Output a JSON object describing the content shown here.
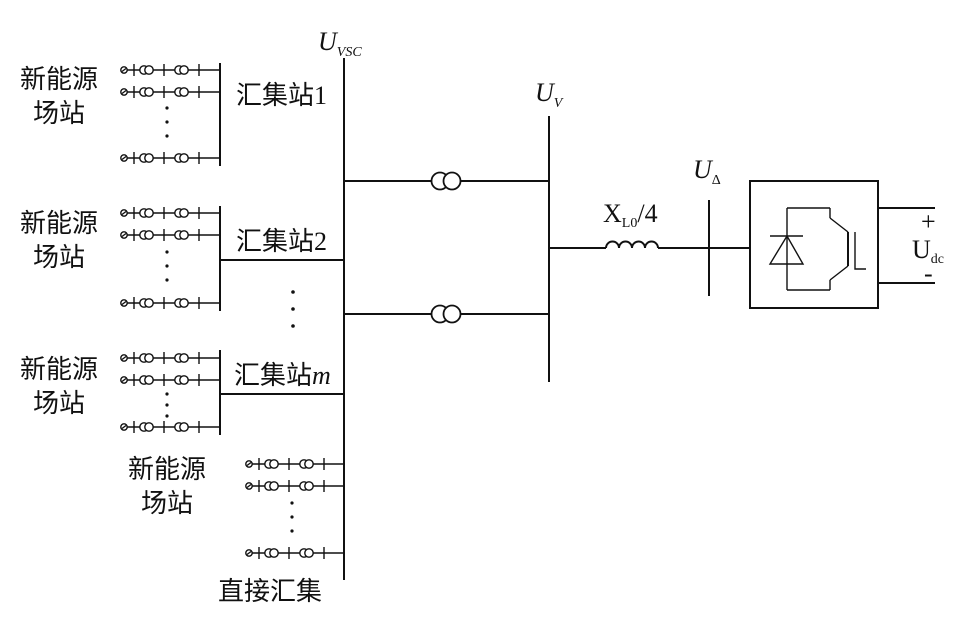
{
  "labels": {
    "u_vsc_main": "U",
    "u_vsc_sub": "VSC",
    "u_v_main": "U",
    "u_v_sub": "V",
    "u_delta_main": "U",
    "u_delta_sub": "Δ",
    "xl0_main": "X",
    "xl0_sub": "L0",
    "xl0_tail": "/4",
    "udc_main": "U",
    "udc_sub": "dc",
    "plus": "+",
    "minus": "-"
  },
  "stations": [
    {
      "line1": "新能源",
      "line2": "场站",
      "collector_prefix": "汇集站",
      "collector_suffix": "1"
    },
    {
      "line1": "新能源",
      "line2": "场站",
      "collector_prefix": "汇集站",
      "collector_suffix": "2"
    },
    {
      "line1": "新能源",
      "line2": "场站",
      "collector_prefix": "汇集站",
      "collector_suffix": "m"
    },
    {
      "line1": "新能源",
      "line2": "场站",
      "collector_prefix": "直接汇集",
      "collector_suffix": ""
    }
  ]
}
